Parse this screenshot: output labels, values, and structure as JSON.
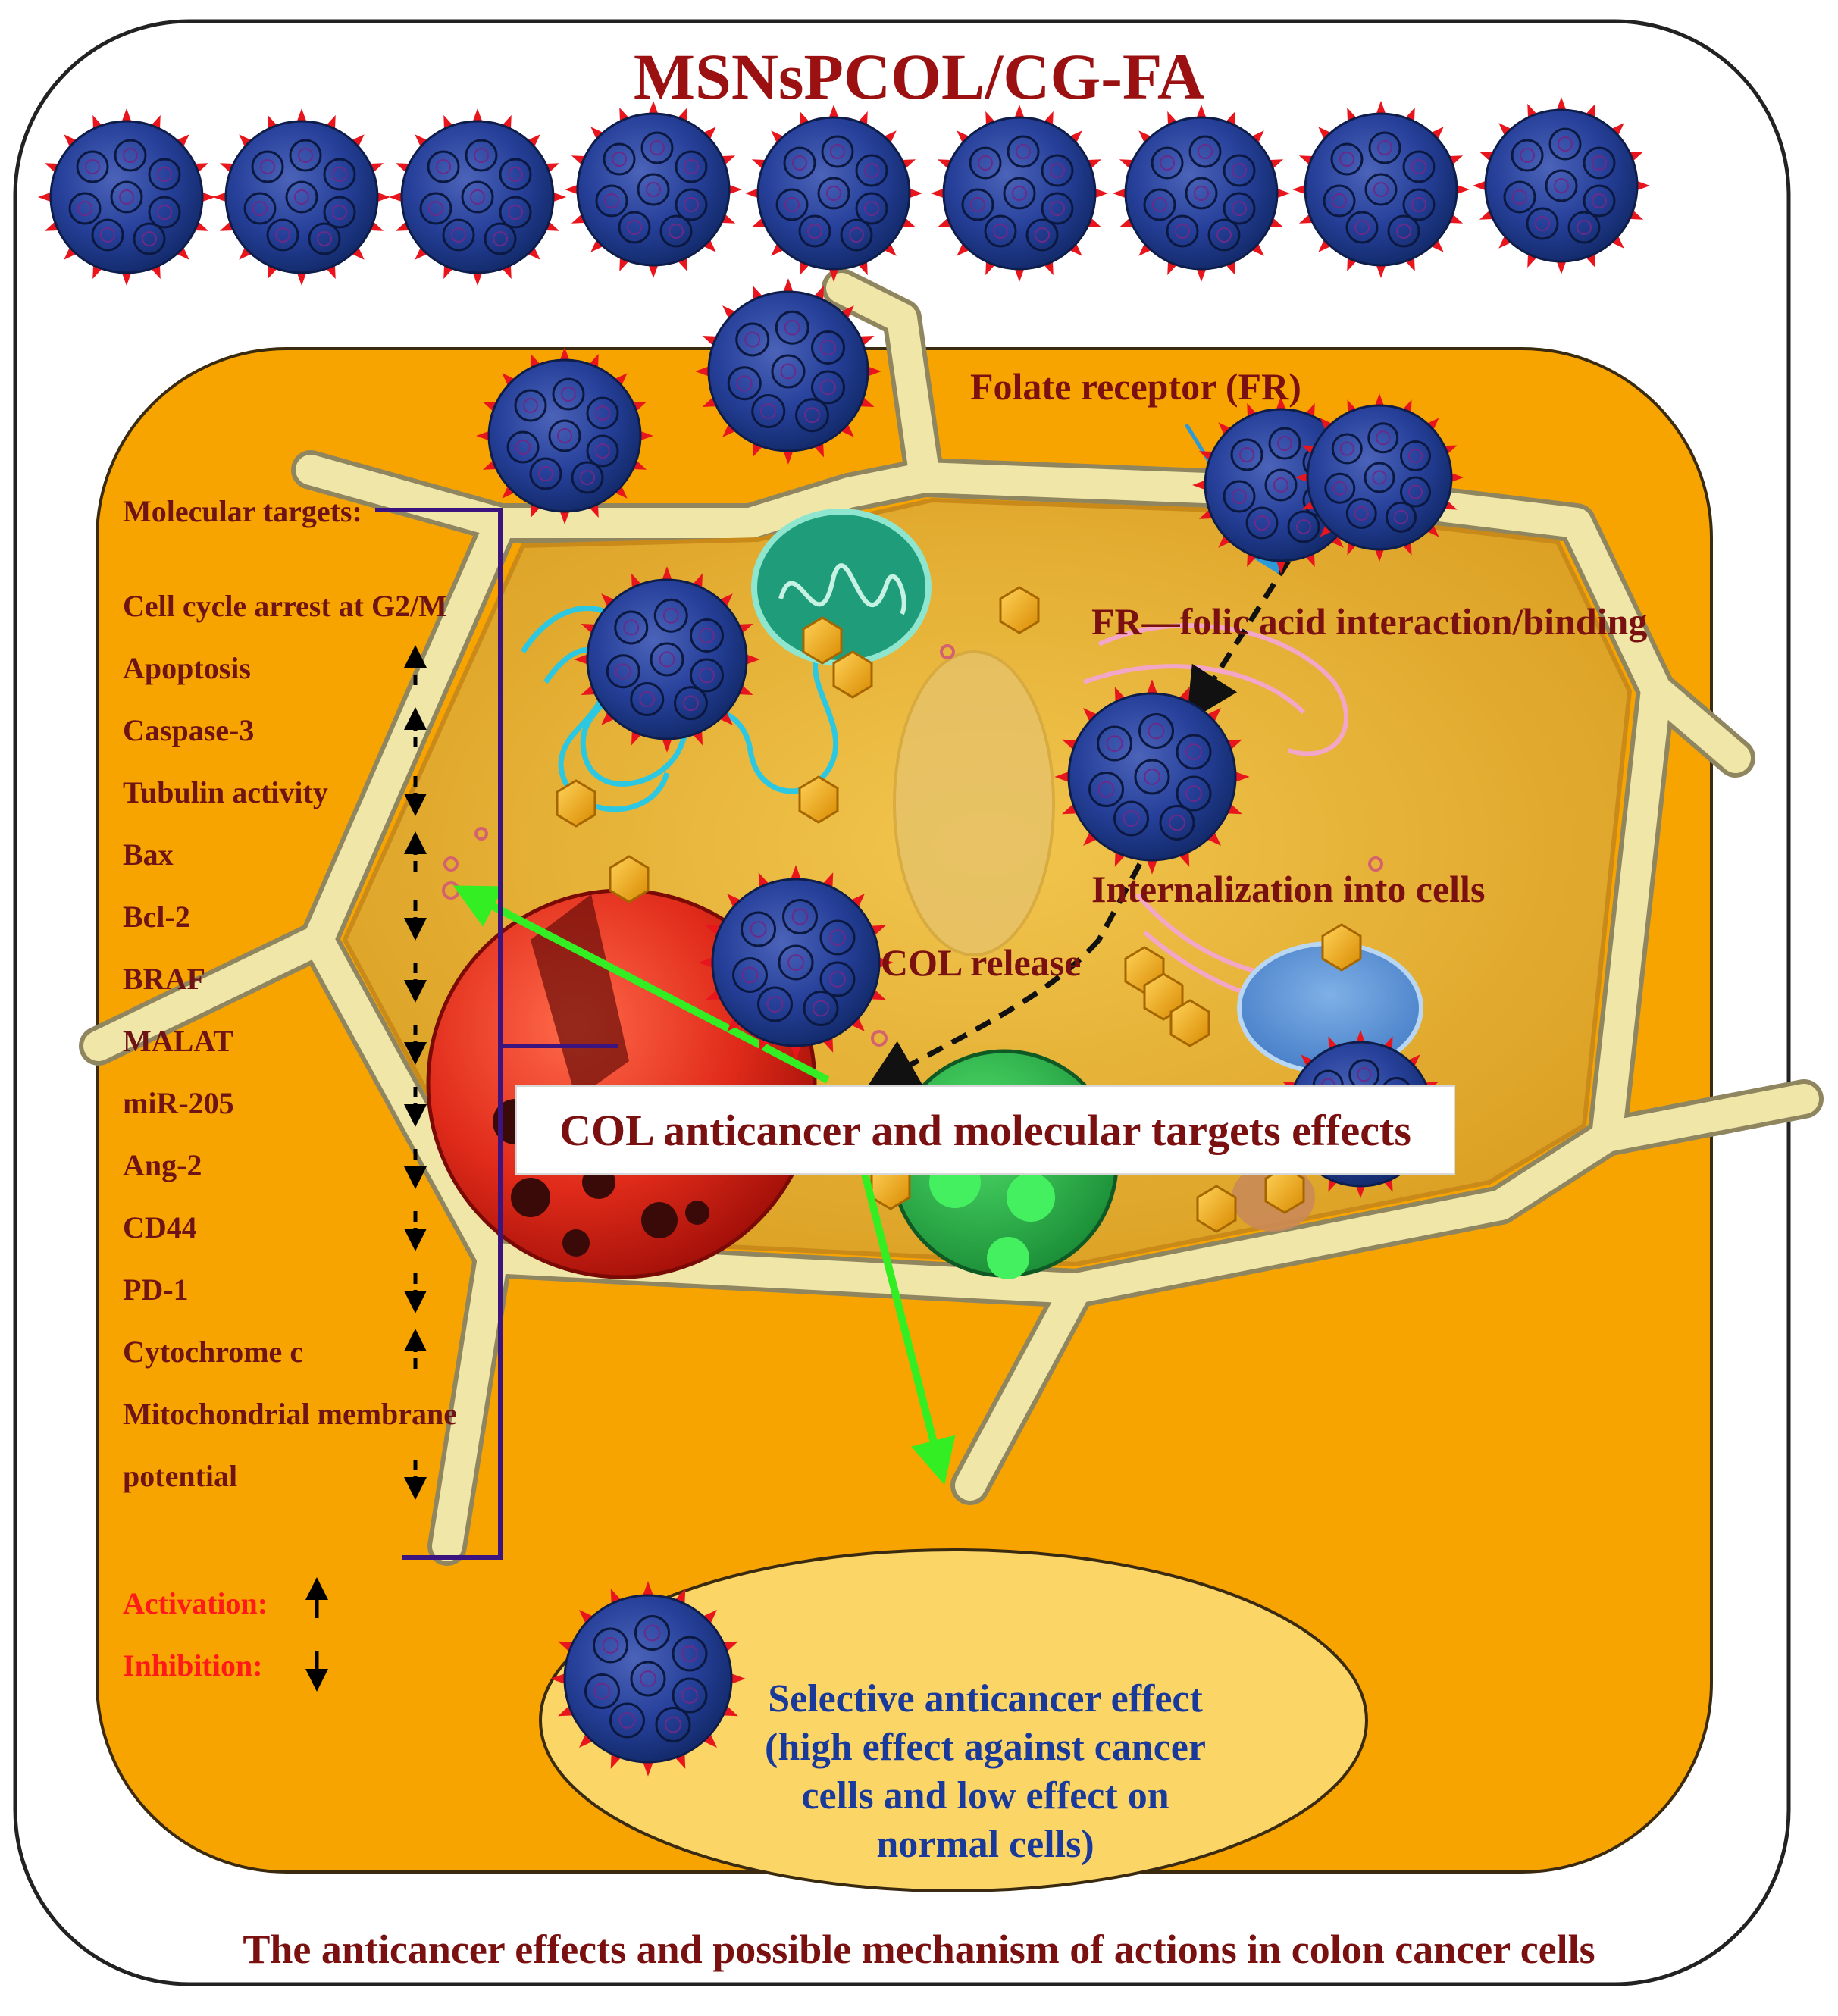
{
  "title": "MSNsPCOL/CG-FA",
  "caption": "The anticancer effects and possible mechanism of actions in colon cancer cells",
  "labels": {
    "folate_receptor": "Folate receptor (FR)",
    "fr_binding": "FR—folic acid interaction/binding",
    "internalization": "Internalization into cells",
    "col_release": "COL release",
    "banner": "COL anticancer and molecular targets effects",
    "selective": [
      "Selective anticancer effect",
      "(high effect against cancer",
      "cells and low effect on",
      "normal cells)"
    ]
  },
  "molecular_targets": {
    "heading": "Molecular targets:",
    "items": [
      {
        "label": "Cell cycle arrest at G2/M",
        "effect": "none"
      },
      {
        "label": "Apoptosis",
        "effect": "activation"
      },
      {
        "label": "Caspase-3",
        "effect": "activation"
      },
      {
        "label": "Tubulin activity",
        "effect": "inhibition"
      },
      {
        "label": "Bax",
        "effect": "activation"
      },
      {
        "label": "Bcl-2",
        "effect": "inhibition"
      },
      {
        "label": "BRAF",
        "effect": "inhibition"
      },
      {
        "label": "MALAT",
        "effect": "inhibition"
      },
      {
        "label": "miR-205",
        "effect": "inhibition"
      },
      {
        "label": "Ang-2",
        "effect": "inhibition"
      },
      {
        "label": "CD44",
        "effect": "inhibition"
      },
      {
        "label": "PD-1",
        "effect": "inhibition"
      },
      {
        "label": "Cytochrome c",
        "effect": "activation"
      },
      {
        "label": "Mitochondrial membrane",
        "effect": "none"
      },
      {
        "label": "potential",
        "effect": "inhibition"
      }
    ]
  },
  "legend": {
    "activation": "Activation:",
    "inhibition": "Inhibition:"
  },
  "colors": {
    "background_panel": "#f8a400",
    "cell_body": "#e9b53a",
    "cell_wall": "#efe6a8",
    "title_red": "#9b1111",
    "text_dark_red": "#6e1414",
    "legend_red": "#ff1a1a",
    "ellipse_fill": "#fbd566",
    "selective_blue": "#1a3a9b",
    "green_arrow": "#33ee22",
    "bracket_purple": "#3b1480",
    "nanoparticle_blue": "#1d3d8c",
    "spike_red": "#e8161c"
  }
}
